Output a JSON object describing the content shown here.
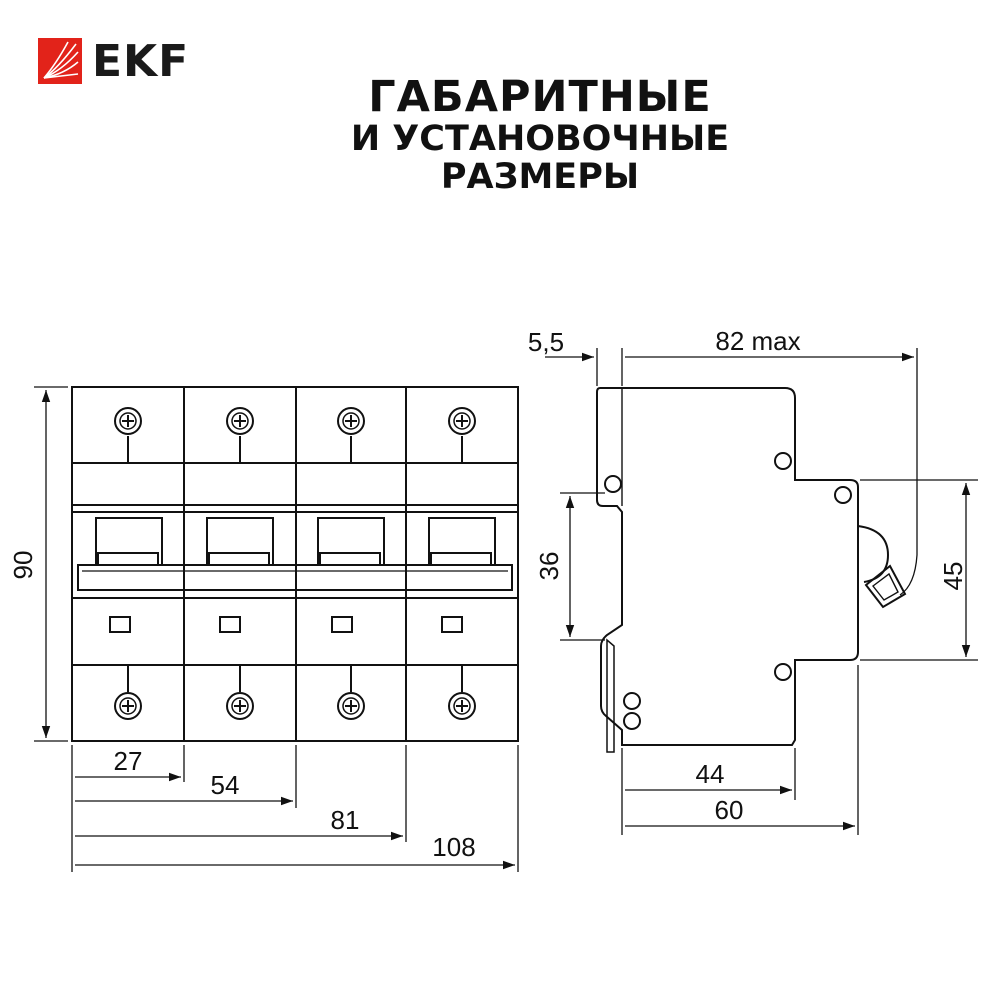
{
  "brand": {
    "name": "EKF",
    "color": "#e2231a"
  },
  "title": {
    "line1": "ГАБАРИТНЫЕ",
    "line2": "И УСТАНОВОЧНЫЕ",
    "line3": "РАЗМЕРЫ"
  },
  "front_view": {
    "height_label": "90",
    "width_labels": [
      "27",
      "54",
      "81",
      "108"
    ]
  },
  "side_view": {
    "offset_label": "5,5",
    "depth_max_label": "82 max",
    "rail_label": "36",
    "front_height_label": "45",
    "body_depth_label": "44",
    "total_depth_label": "60"
  }
}
